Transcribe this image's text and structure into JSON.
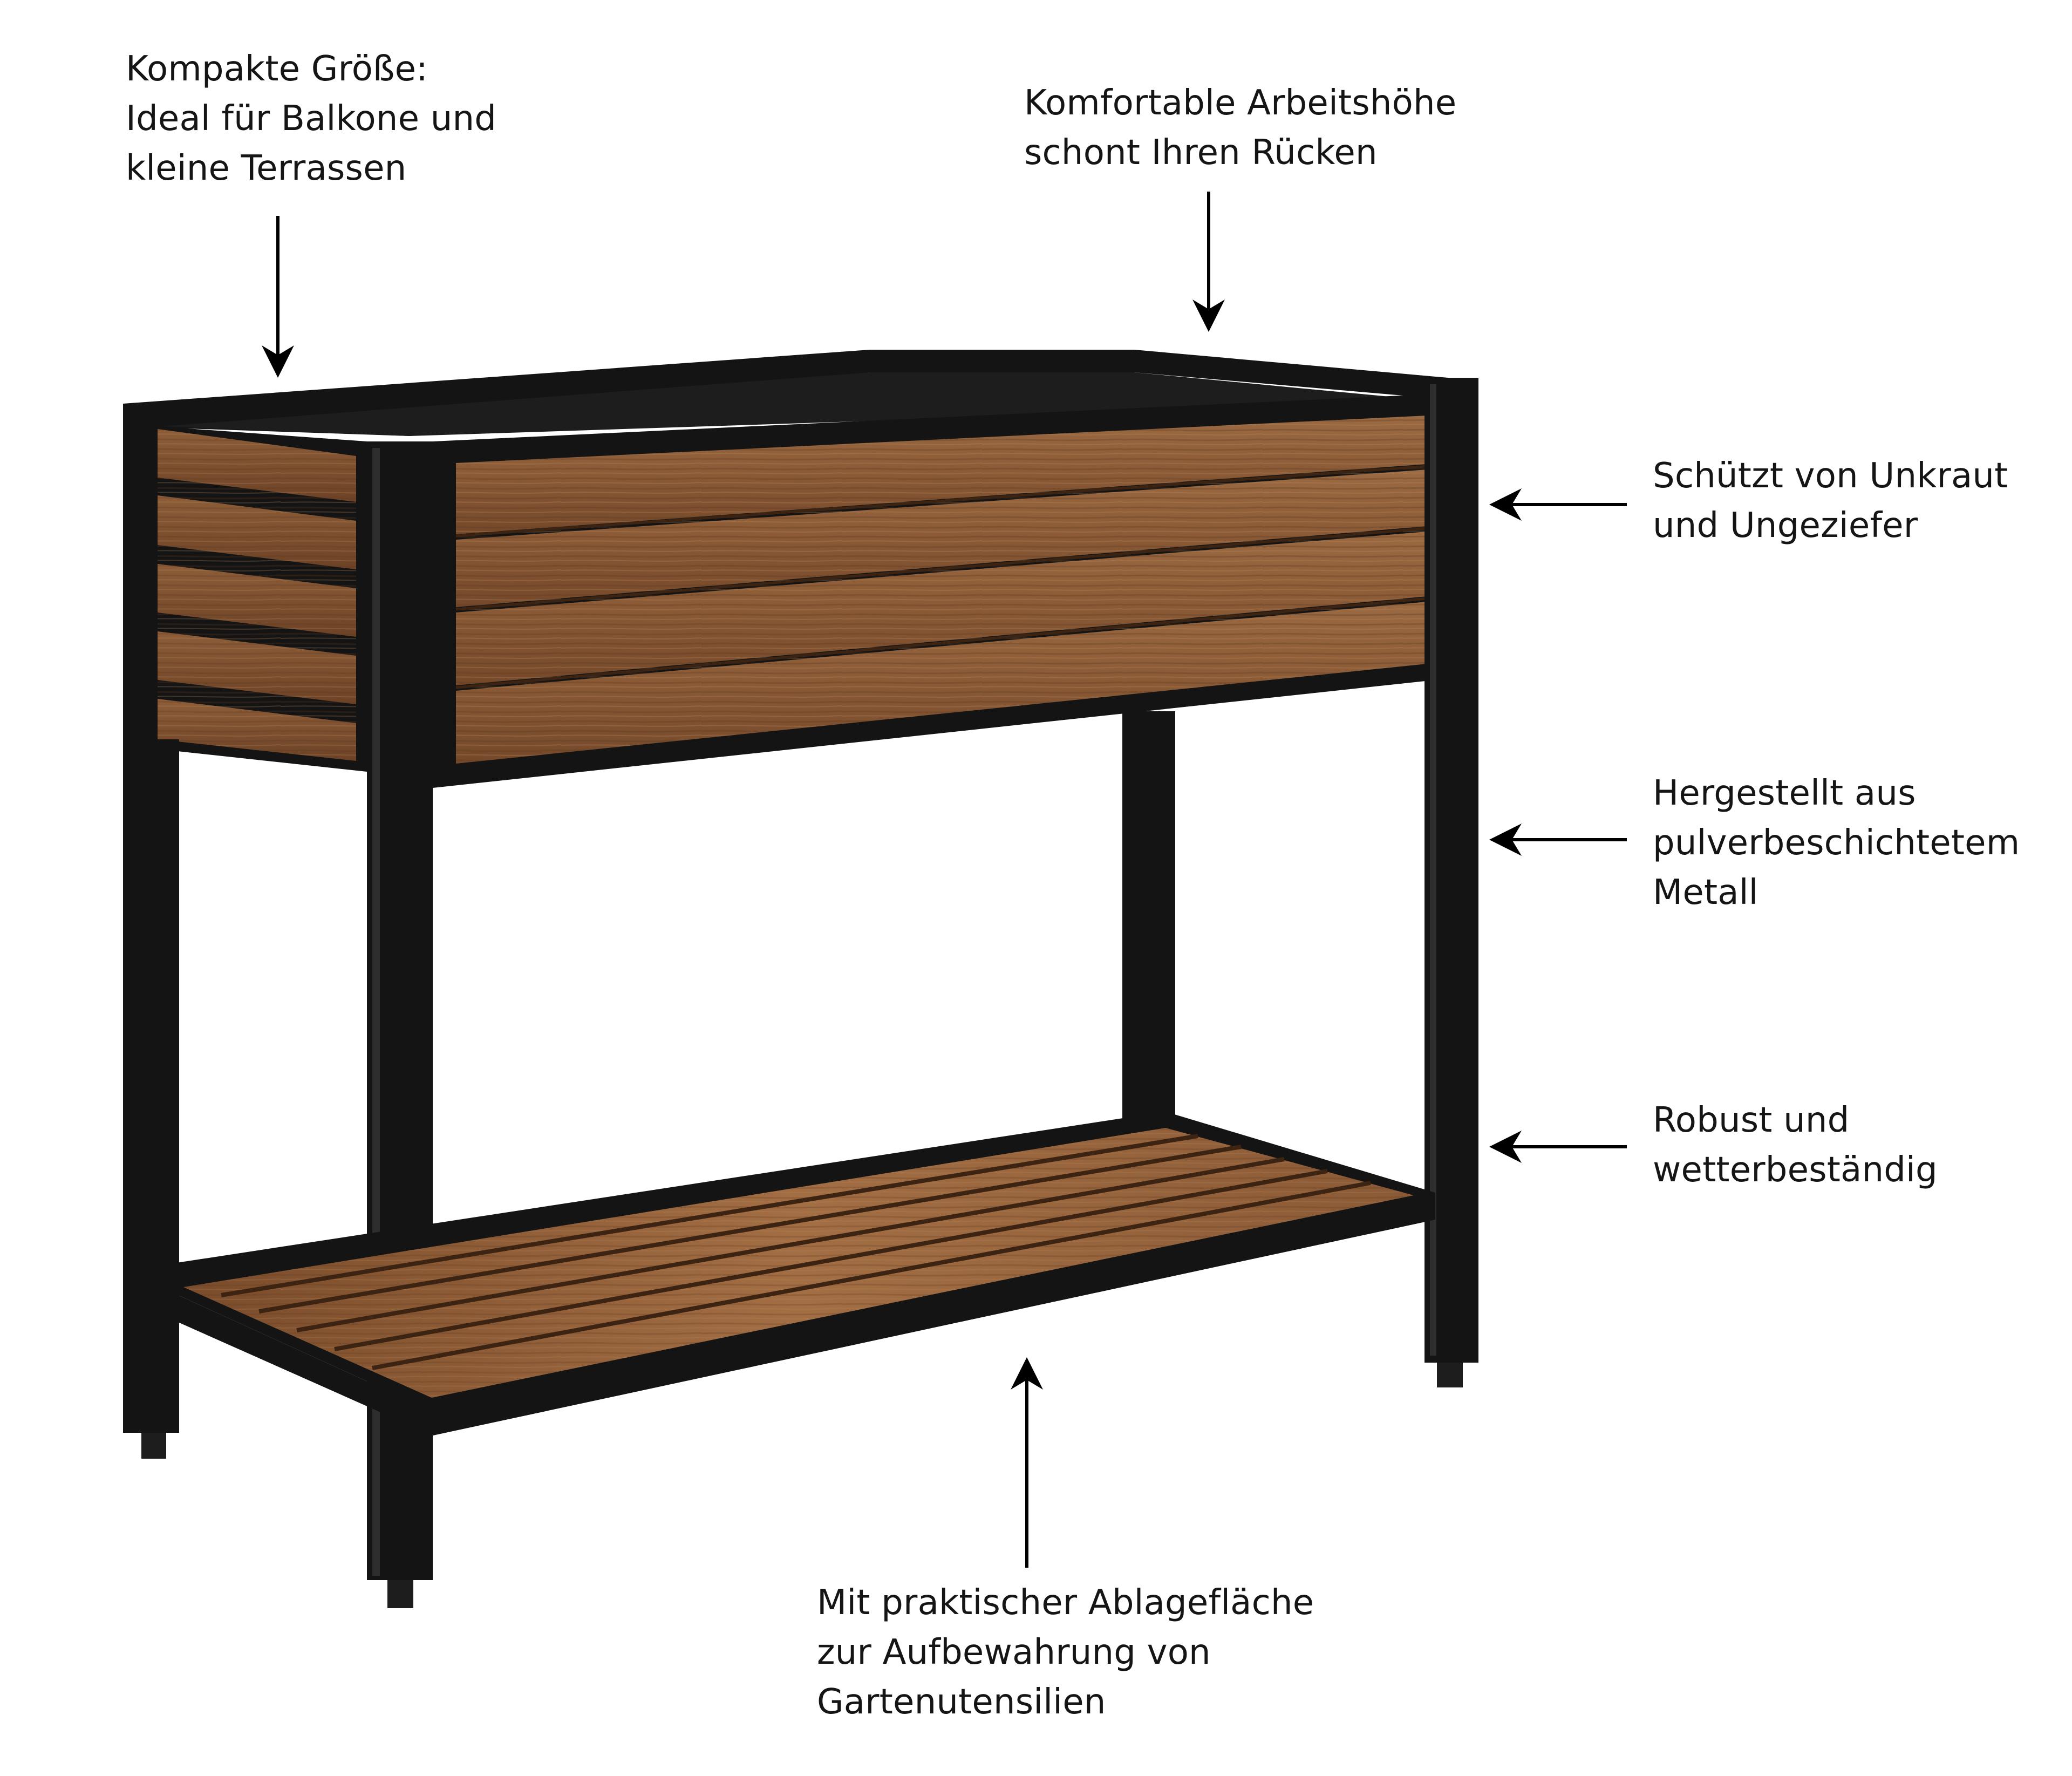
{
  "callouts": {
    "compact": [
      "Kompakte Größe:",
      "Ideal für Balkone und",
      "kleine Terrassen"
    ],
    "height": [
      "Komfortable Arbeitshöhe",
      "schont Ihren Rücken"
    ],
    "weed": [
      "Schützt von Unkraut",
      "und Ungeziefer"
    ],
    "metal": [
      "Hergestellt aus",
      "pulverbeschichtetem",
      "Metall"
    ],
    "robust": [
      "Robust und",
      "wetterbeständig"
    ],
    "shelf": [
      "Mit praktischer Ablagefläche",
      "zur Aufbewahrung von",
      "Gartenutensilien"
    ]
  },
  "colors": {
    "frame": "#141414",
    "frame_edge": "#2e2e2e",
    "wood": "#8a5a36",
    "wood_dark": "#5e3a20",
    "wood_light": "#a8754b",
    "text": "#151515",
    "arrow": "#000000"
  },
  "icons": [
    "arrow-down-icon",
    "arrow-left-icon",
    "arrow-up-icon"
  ]
}
